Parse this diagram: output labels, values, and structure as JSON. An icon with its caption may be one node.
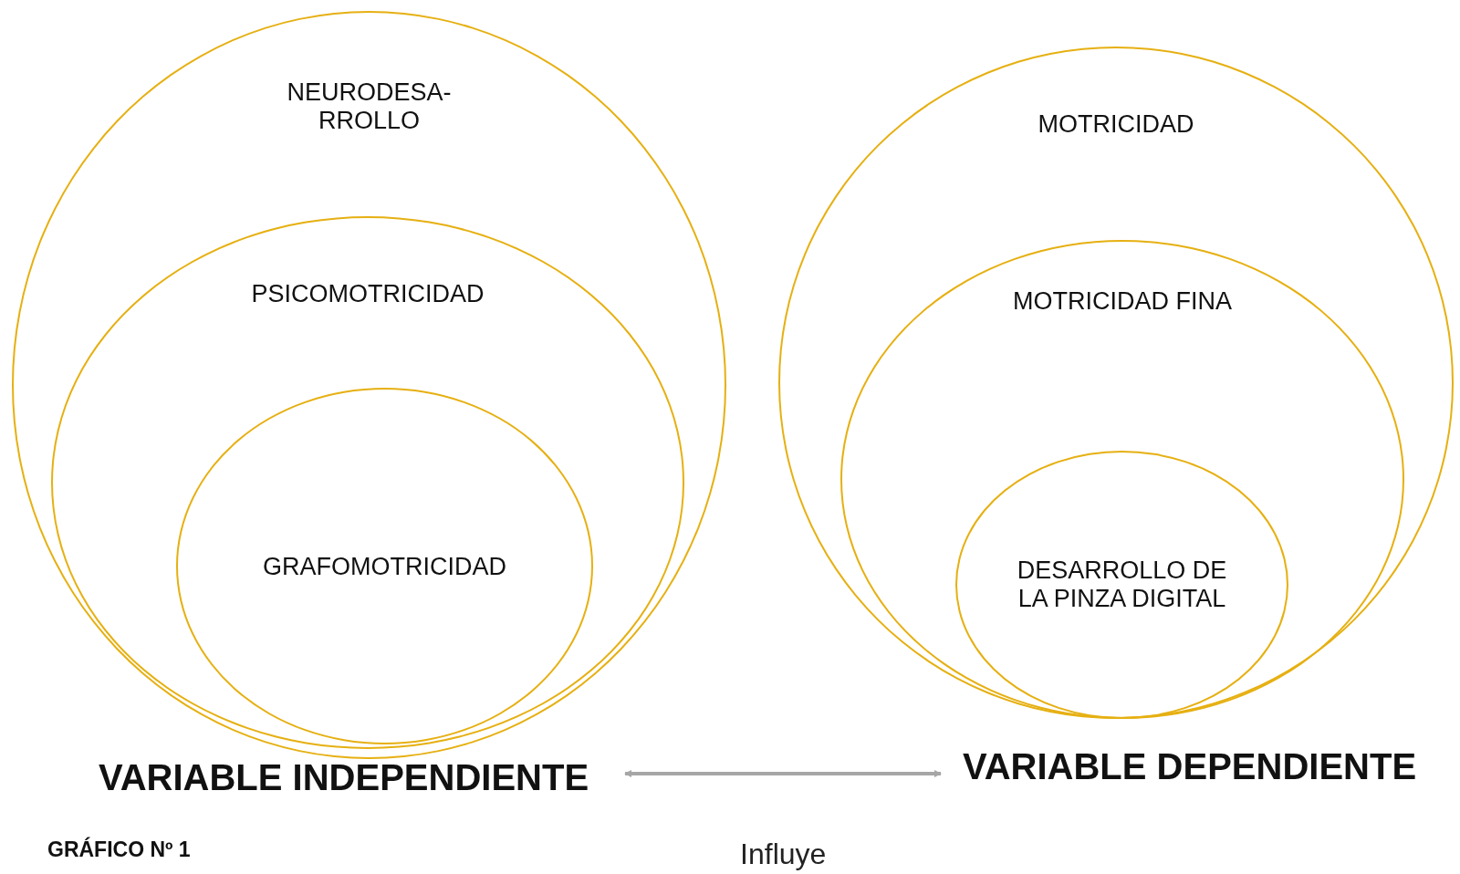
{
  "diagram": {
    "caption": "GRÁFICO Nº 1",
    "nodes": [
      {
        "text": [
          "NEURODESA- RROLLO"
        ]
      },
      {
        "text": [
          "PSICOMOTRICIDAD"
        ],
        "in": 0
      },
      {
        "text": [
          "GRAFOMOTRICIDAD"
        ],
        "in": 1
      },
      {
        "text": [
          "MOTRICIDAD"
        ]
      },
      {
        "text": [
          "MOTRICIDAD FINA"
        ],
        "in": 3
      },
      {
        "text": [
          "DESARROLLO DE LA PINZA DIGITAL"
        ],
        "in": 4
      },
      {
        "text": [
          "VARIABLE INDEPENDIENTE"
        ]
      },
      {
        "text": [
          "VARIABLE DEPENDIENTE"
        ]
      }
    ],
    "edges": [
      {
        "from": 6,
        "to": 7,
        "arrow": "both",
        "label": "Influye",
        "color": "#a6a6a6"
      }
    ]
  }
}
